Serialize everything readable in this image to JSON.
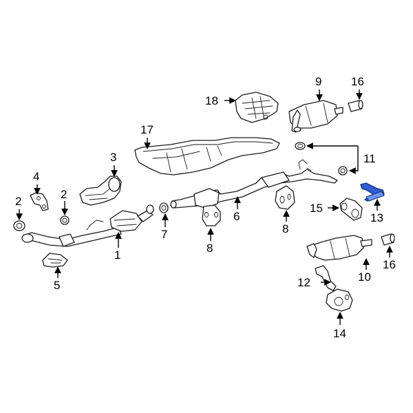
{
  "diagram": {
    "callouts": {
      "c1": "1",
      "c2a": "2",
      "c2b": "2",
      "c3": "3",
      "c4": "4",
      "c5": "5",
      "c6": "6",
      "c7": "7",
      "c8a": "8",
      "c8b": "8",
      "c9": "9",
      "c10": "10",
      "c11": "11",
      "c12": "12",
      "c13": "13",
      "c14": "14",
      "c15": "15",
      "c16a": "16",
      "c16b": "16",
      "c17": "17",
      "c18": "18"
    },
    "colors": {
      "highlight": "#2f5fd0",
      "line": "#1a1a1a"
    }
  }
}
